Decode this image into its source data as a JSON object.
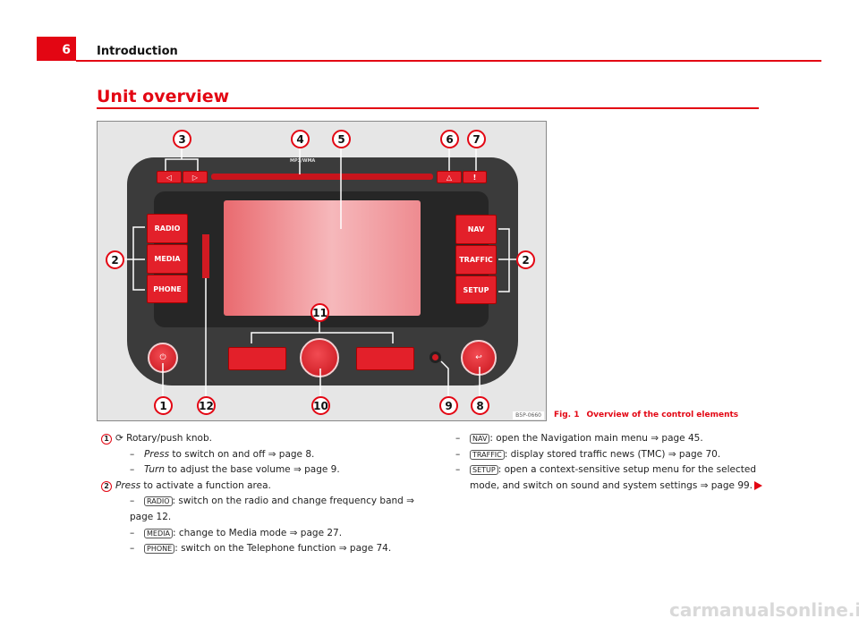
{
  "header": {
    "page_number": "6",
    "chapter": "Introduction"
  },
  "section_title": "Unit overview",
  "figure": {
    "label_mp3": "MP3/WMA",
    "buttons_left": [
      "RADIO",
      "MEDIA",
      "PHONE"
    ],
    "buttons_right": [
      "NAV",
      "TRAFFIC",
      "SETUP"
    ],
    "callouts": [
      "1",
      "2",
      "3",
      "4",
      "5",
      "6",
      "7",
      "8",
      "9",
      "10",
      "11",
      "12"
    ],
    "code": "B5P-0660",
    "caption_num": "Fig. 1",
    "caption": "Overview of the control elements"
  },
  "left_column": {
    "item1": {
      "marker": "1",
      "title": "Rotary/push knob.",
      "rows": [
        {
          "em": "Press",
          "text": " to switch on and off ⇒ page 8."
        },
        {
          "em": "Turn",
          "text": " to adjust the base volume ⇒ page 9."
        }
      ]
    },
    "item2": {
      "marker": "2",
      "em": "Press",
      "title": " to activate a function area.",
      "rows": [
        {
          "key": "RADIO",
          "text": ": switch on the radio and change frequency band ⇒ page 12."
        },
        {
          "key": "MEDIA",
          "text": ": change to Media mode ⇒ page 27."
        },
        {
          "key": "PHONE",
          "text": ": switch on the Telephone function ⇒ page 74."
        }
      ]
    }
  },
  "right_column": {
    "rows": [
      {
        "key": "NAV",
        "text": ": open the Navigation main menu ⇒ page 45."
      },
      {
        "key": "TRAFFIC",
        "text": ": display stored traffic news (TMC) ⇒ page 70."
      },
      {
        "key": "SETUP",
        "text": ": open a context-sensitive setup menu for the selected mode, and switch on sound and system settings ⇒ page 99."
      }
    ]
  },
  "watermark": "carmanualsonline.info",
  "colors": {
    "accent": "#e30613"
  }
}
